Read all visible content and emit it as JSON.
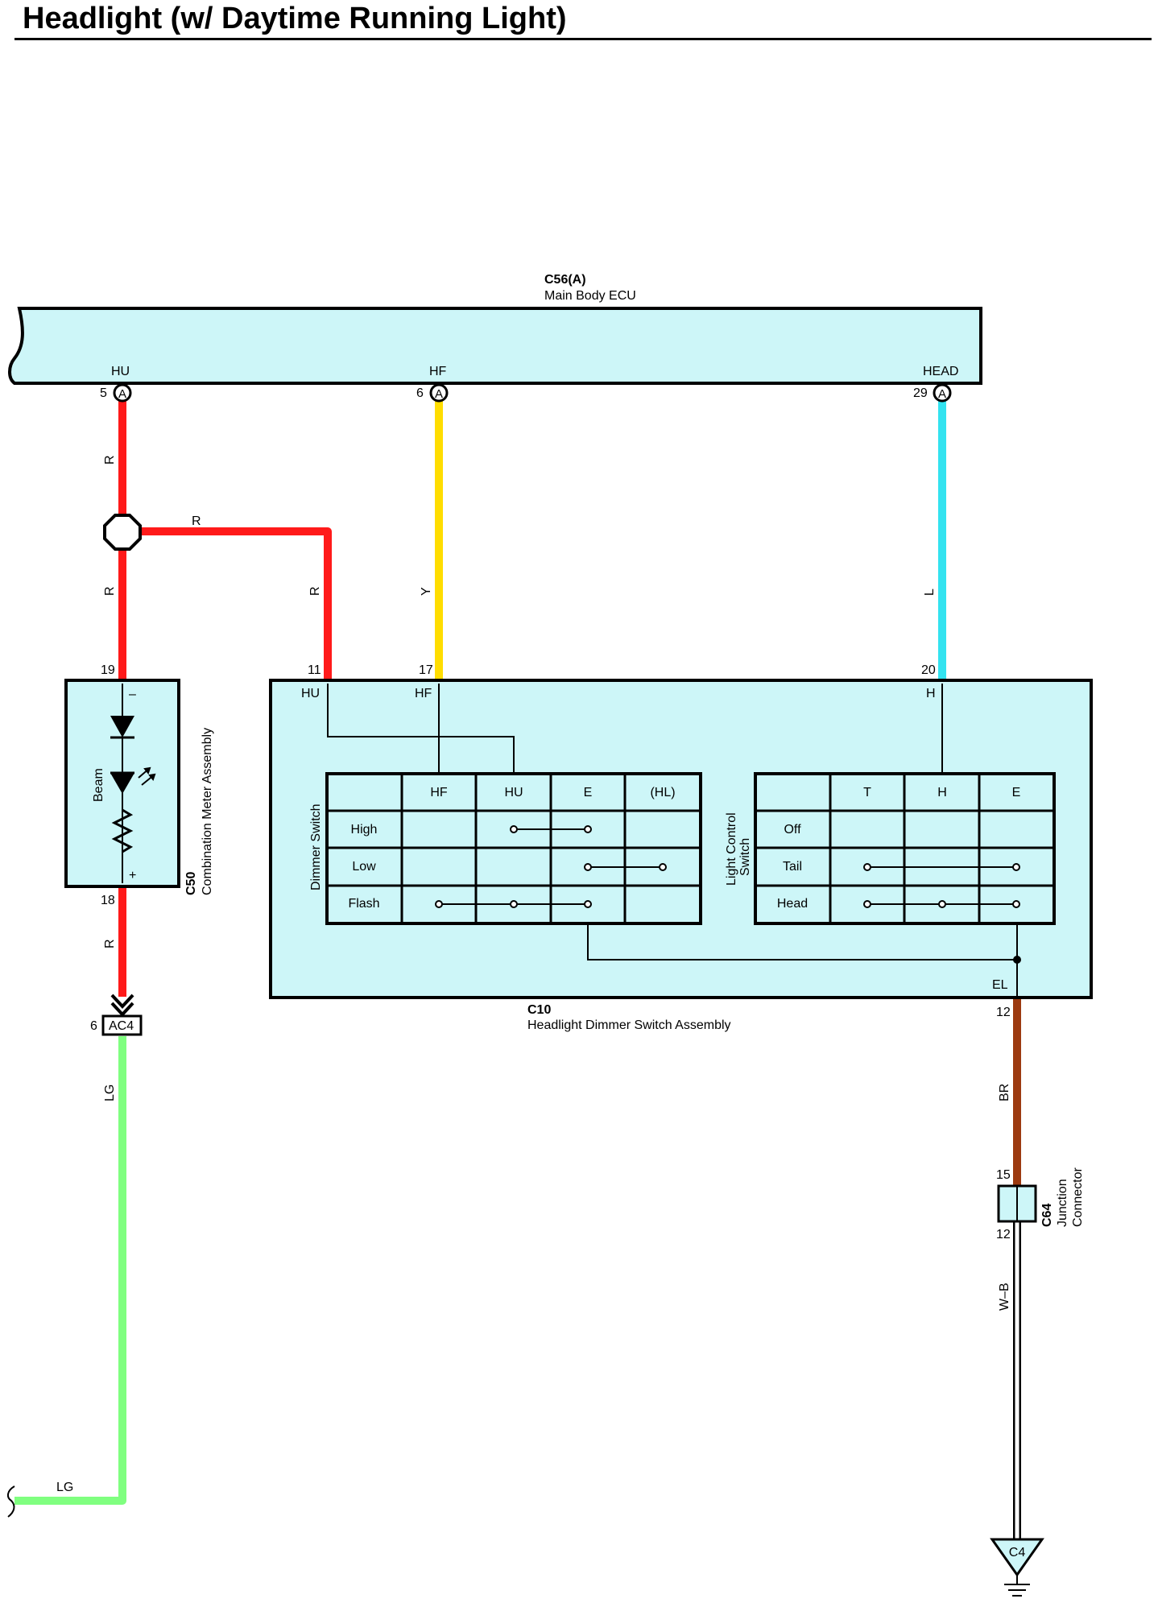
{
  "title": "Headlight (w/ Daytime Running Light)",
  "colors": {
    "ecu_fill": "#cdf6f8",
    "wire_red": "#ff1a1a",
    "wire_yellow": "#ffdd00",
    "wire_blue": "#33e3f0",
    "wire_brown": "#9c3a10",
    "wire_lightgreen": "#80ff80"
  },
  "ecu": {
    "code": "C56(A)",
    "name": "Main Body ECU",
    "pins": [
      {
        "name": "HU",
        "num": "5",
        "conn": "A"
      },
      {
        "name": "HF",
        "num": "6",
        "conn": "A"
      },
      {
        "name": "HEAD",
        "num": "29",
        "conn": "A"
      }
    ]
  },
  "wires": {
    "hu_top": "R",
    "splice_branch": "R",
    "hu_mid": "R",
    "branch_down": "R",
    "hf": "Y",
    "head": "L",
    "meter_out": "R",
    "lg_vert": "LG",
    "lg_horiz": "LG",
    "el": "BR",
    "ground": "W–B"
  },
  "meter": {
    "code": "C50",
    "name": "Combination Meter Assembly",
    "pin_top": "19",
    "pin_bottom": "18",
    "minus": "–",
    "plus": "+",
    "beam": "Beam"
  },
  "connector_ac4": {
    "pin": "6",
    "label": "AC4"
  },
  "switch": {
    "code": "C10",
    "name": "Headlight Dimmer Switch Assembly",
    "pin_hu": "11",
    "pin_hf": "17",
    "pin_h": "20",
    "pin_el": "12",
    "term_hu": "HU",
    "term_hf": "HF",
    "term_h": "H",
    "term_el": "EL"
  },
  "dimmer_table": {
    "title": "Dimmer Switch",
    "headers": [
      "HF",
      "HU",
      "E",
      "(HL)"
    ],
    "rows": [
      "High",
      "Low",
      "Flash"
    ]
  },
  "light_table": {
    "title_line1": "Light Control",
    "title_line2": "Switch",
    "headers": [
      "T",
      "H",
      "E"
    ],
    "rows": [
      "Off",
      "Tail",
      "Head"
    ]
  },
  "junction": {
    "code": "C64",
    "name_line1": "Junction",
    "name_line2": "Connector",
    "pin_top": "15",
    "pin_bottom": "12"
  },
  "ground": {
    "label": "C4"
  }
}
